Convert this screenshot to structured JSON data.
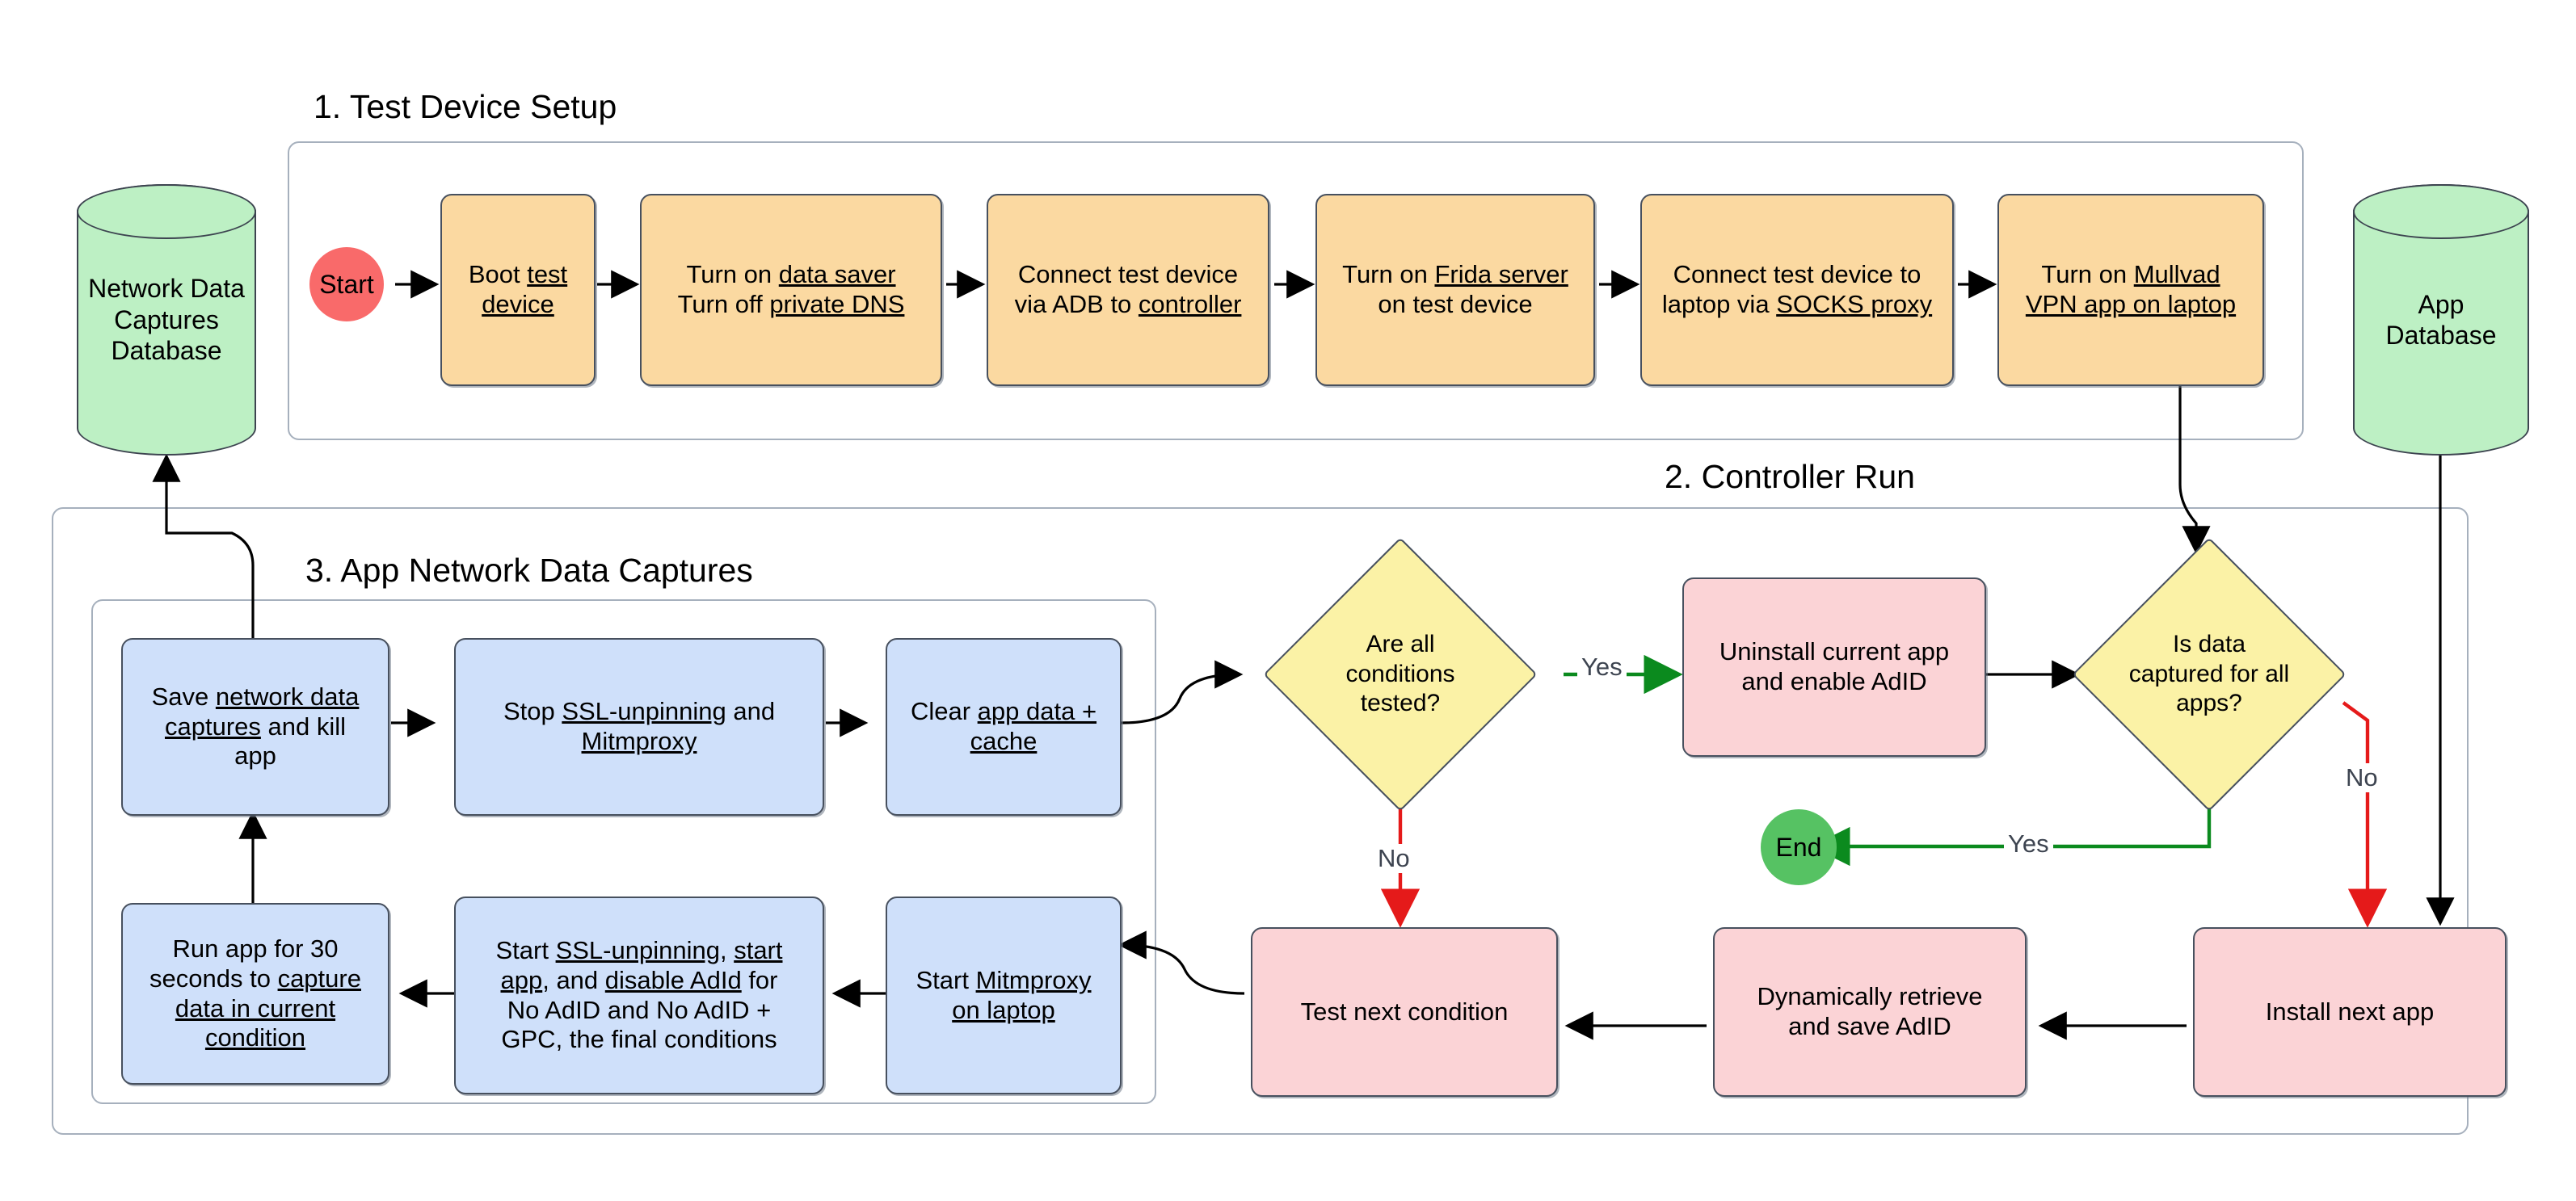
{
  "diagram": {
    "title_hidden": "",
    "groups": [
      {
        "id": "g1",
        "label": "1. Test Device Setup"
      },
      {
        "id": "g2",
        "label": "2. Controller Run"
      },
      {
        "id": "g3",
        "label": "3. App Network Data Captures"
      }
    ],
    "databases": [
      {
        "id": "db_network",
        "label": "Network Data Captures Database",
        "lines": [
          "Network Data",
          "Captures",
          "Database"
        ],
        "color": "#bdf0c4"
      },
      {
        "id": "db_app",
        "label": "App Database",
        "lines": [
          "App",
          "Database"
        ],
        "color": "#bdf0c4"
      }
    ],
    "terminators": [
      {
        "id": "start",
        "label": "Start",
        "color": "#f96a6a"
      },
      {
        "id": "end",
        "label": "End",
        "color": "#56c263"
      }
    ],
    "setup_steps": [
      {
        "id": "s1",
        "lines": [
          [
            {
              "t": "Boot ",
              "u": false
            },
            {
              "t": "test",
              "u": true
            }
          ],
          [
            {
              "t": "device",
              "u": true
            }
          ]
        ],
        "text": "Boot test device"
      },
      {
        "id": "s2",
        "lines": [
          [
            {
              "t": "Turn on ",
              "u": false
            },
            {
              "t": "data saver",
              "u": true
            }
          ],
          [
            {
              "t": "Turn off ",
              "u": false
            },
            {
              "t": "private DNS",
              "u": true
            }
          ]
        ],
        "text": "Turn on data saver Turn off private DNS"
      },
      {
        "id": "s3",
        "lines": [
          [
            {
              "t": "Connect test device",
              "u": false
            }
          ],
          [
            {
              "t": "via ADB to ",
              "u": false
            },
            {
              "t": "controller",
              "u": true
            }
          ]
        ],
        "text": "Connect test device via ADB to controller"
      },
      {
        "id": "s4",
        "lines": [
          [
            {
              "t": "Turn on ",
              "u": false
            },
            {
              "t": "Frida server",
              "u": true
            }
          ],
          [
            {
              "t": "on test device",
              "u": false
            }
          ]
        ],
        "text": "Turn on Frida server on test device"
      },
      {
        "id": "s5",
        "lines": [
          [
            {
              "t": "Connect test device to",
              "u": false
            }
          ],
          [
            {
              "t": "laptop via ",
              "u": false
            },
            {
              "t": "SOCKS proxy",
              "u": true
            }
          ]
        ],
        "text": "Connect test device to laptop via SOCKS proxy"
      },
      {
        "id": "s6",
        "lines": [
          [
            {
              "t": "Turn on ",
              "u": false
            },
            {
              "t": "Mullvad",
              "u": true
            }
          ],
          [
            {
              "t": "VPN app on laptop",
              "u": true
            }
          ]
        ],
        "text": "Turn on Mullvad VPN app on laptop"
      }
    ],
    "capture_steps": [
      {
        "id": "c1",
        "lines": [
          [
            {
              "t": "Save ",
              "u": false
            },
            {
              "t": "network data",
              "u": true
            }
          ],
          [
            {
              "t": "captures",
              "u": true
            },
            {
              "t": " and kill",
              "u": false
            }
          ],
          [
            {
              "t": "app",
              "u": false
            }
          ]
        ],
        "text": "Save network data captures and kill app"
      },
      {
        "id": "c2",
        "lines": [
          [
            {
              "t": "Stop ",
              "u": false
            },
            {
              "t": "SSL-unpinning",
              "u": true
            },
            {
              "t": " and",
              "u": false
            }
          ],
          [
            {
              "t": "Mitmproxy",
              "u": true
            }
          ]
        ],
        "text": "Stop SSL-unpinning and Mitmproxy"
      },
      {
        "id": "c3",
        "lines": [
          [
            {
              "t": "Clear ",
              "u": false
            },
            {
              "t": "app data +",
              "u": true
            }
          ],
          [
            {
              "t": "cache",
              "u": true
            }
          ]
        ],
        "text": "Clear app data + cache"
      },
      {
        "id": "c4",
        "lines": [
          [
            {
              "t": "Run app for 30",
              "u": false
            }
          ],
          [
            {
              "t": "seconds to ",
              "u": false
            },
            {
              "t": "capture",
              "u": true
            }
          ],
          [
            {
              "t": "data in current",
              "u": true
            }
          ],
          [
            {
              "t": "condition",
              "u": true
            }
          ]
        ],
        "text": "Run app for 30 seconds to capture data in current condition"
      },
      {
        "id": "c5",
        "lines": [
          [
            {
              "t": "Start ",
              "u": false
            },
            {
              "t": "SSL-unpinning",
              "u": true
            },
            {
              "t": ", ",
              "u": false
            },
            {
              "t": "start",
              "u": true
            }
          ],
          [
            {
              "t": "app",
              "u": true
            },
            {
              "t": ", and ",
              "u": false
            },
            {
              "t": "disable AdId",
              "u": true
            },
            {
              "t": " for",
              "u": false
            }
          ],
          [
            {
              "t": "No AdID and No AdID +",
              "u": false
            }
          ],
          [
            {
              "t": "GPC, the final conditions",
              "u": false
            }
          ]
        ],
        "text": "Start SSL-unpinning, start app, and disable AdId for No AdID and No AdID + GPC, the final conditions"
      },
      {
        "id": "c6",
        "lines": [
          [
            {
              "t": "Start ",
              "u": false
            },
            {
              "t": "Mitmproxy",
              "u": true
            }
          ],
          [
            {
              "t": "on laptop",
              "u": true
            }
          ]
        ],
        "text": "Start Mitmproxy on laptop"
      }
    ],
    "decisions": [
      {
        "id": "d1",
        "lines": [
          "Are all",
          "conditions",
          "tested?"
        ],
        "text": "Are all conditions tested?",
        "color": "#fbf2a6"
      },
      {
        "id": "d2",
        "lines": [
          "Is data",
          "captured for all",
          "apps?"
        ],
        "text": "Is data captured for all apps?",
        "color": "#fbf2a6"
      }
    ],
    "controller_steps": [
      {
        "id": "p1",
        "lines": [
          "Uninstall current app",
          "and enable AdID"
        ],
        "text": "Uninstall current app and enable AdID"
      },
      {
        "id": "p2",
        "lines": [
          "Test next condition"
        ],
        "text": "Test next condition"
      },
      {
        "id": "p3",
        "lines": [
          "Dynamically retrieve",
          "and save AdID"
        ],
        "text": "Dynamically retrieve and save AdID"
      },
      {
        "id": "p4",
        "lines": [
          "Install next app"
        ],
        "text": "Install next app"
      }
    ],
    "edge_labels": [
      {
        "id": "e_yes_1",
        "label": "Yes"
      },
      {
        "id": "e_no_1",
        "label": "No"
      },
      {
        "id": "e_no_2",
        "label": "No"
      },
      {
        "id": "e_yes_2",
        "label": "Yes"
      }
    ],
    "colors": {
      "orange": "#fbd9a1",
      "blue": "#cfe0fa",
      "pink": "#fbd3d6",
      "yellow": "#fbf2a6",
      "green": "#bdf0c4",
      "start_red": "#f96a6a",
      "end_green": "#56c263",
      "edge_yes": "#0b8a1e",
      "edge_no": "#e51a1a",
      "edge_default": "#000000",
      "stroke": "#47505e",
      "group_border": "#a6b0bd",
      "label_text": "#3d4450"
    }
  }
}
